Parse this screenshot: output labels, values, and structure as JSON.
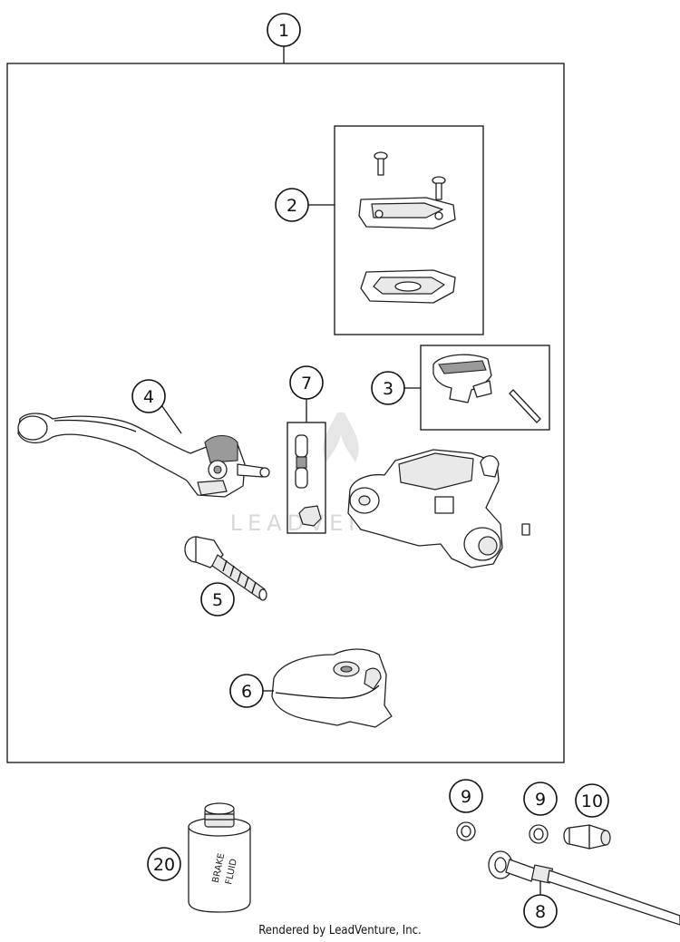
{
  "callouts": {
    "c1": "1",
    "c2": "2",
    "c3": "3",
    "c4": "4",
    "c5": "5",
    "c6": "6",
    "c7": "7",
    "c8": "8",
    "c9a": "9",
    "c9b": "9",
    "c10": "10",
    "c20": "20"
  },
  "bottle_label": {
    "line1": "BRAKE",
    "line2": "FLUID"
  },
  "watermark": {
    "text": "LEADVENTURE"
  },
  "footer": {
    "text": "Rendered by LeadVenture, Inc."
  },
  "colors": {
    "line": "#111111",
    "watermark": "#d8d8d8"
  }
}
